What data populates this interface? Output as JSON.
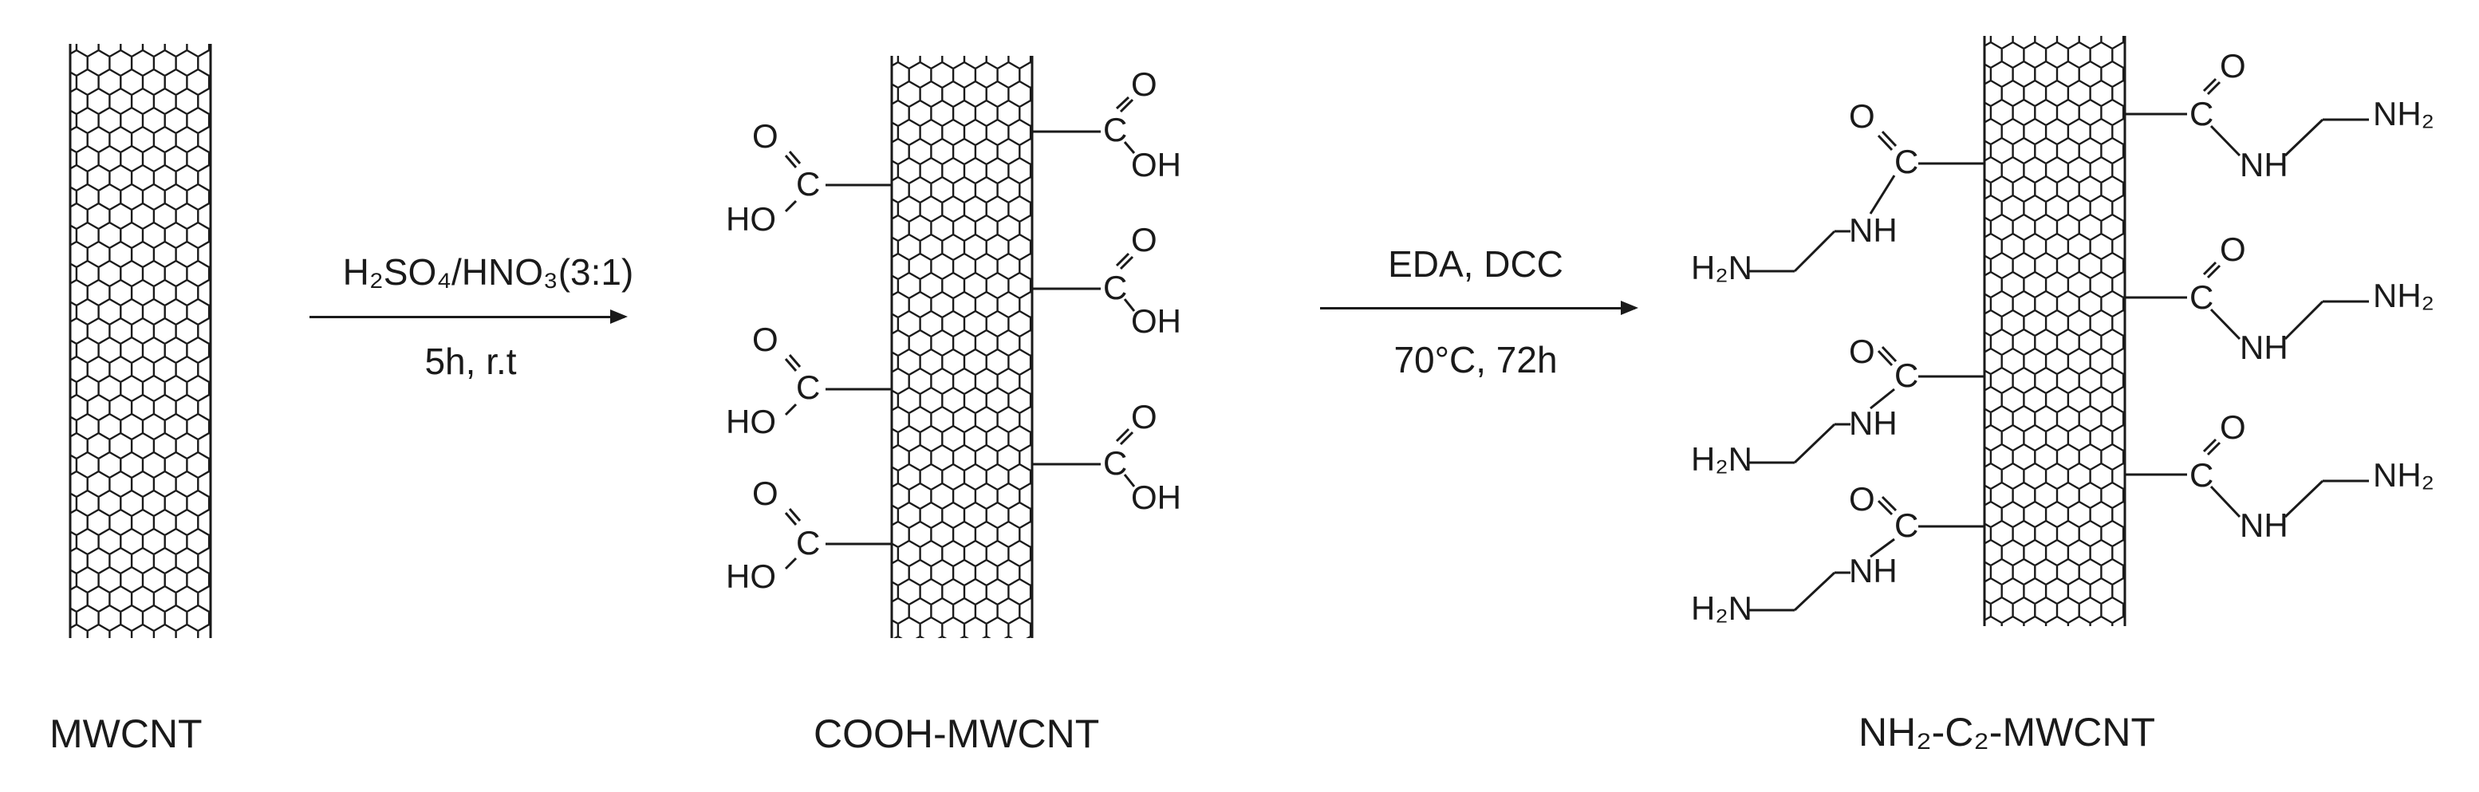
{
  "products": [
    {
      "id": "mwcnt",
      "label": "MWCNT"
    },
    {
      "id": "cooh",
      "label": "COOH-MWCNT"
    },
    {
      "id": "nh2",
      "label": "NH₂-C₂-MWCNT"
    }
  ],
  "step1": {
    "reagent": "H₂SO₄/HNO₃(3:1)",
    "conditions": "5h, r.t"
  },
  "step2": {
    "reagent": "EDA, DCC",
    "conditions": "70°C, 72h"
  },
  "groups": {
    "carboxyl_o": "O",
    "carboxyl_c": "C",
    "carboxyl_oh": "OH",
    "carboxyl_ho": "HO",
    "amide_o": "O",
    "amide_c": "C",
    "amide_nh": "NH",
    "amine_nh2": "NH₂",
    "amine_h2n": "H₂N"
  },
  "colors": {
    "ink": "#1a1a1a",
    "background": "#ffffff"
  }
}
